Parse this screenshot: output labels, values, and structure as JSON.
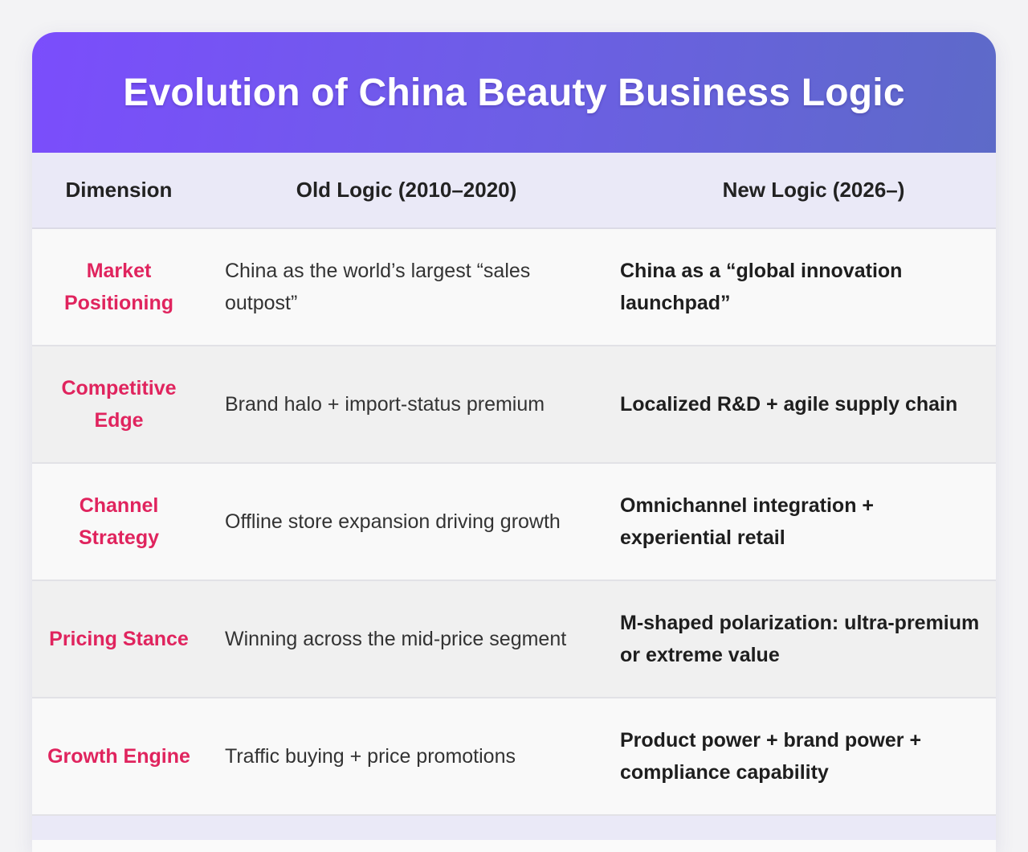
{
  "title": "Evolution of China Beauty Business Logic",
  "accent_color": "#e0245e",
  "header_gradient": [
    "#7b4dfc",
    "#5d6ac8"
  ],
  "columns": {
    "dimension": "Dimension",
    "old": "Old Logic (2010–2020)",
    "new": "New Logic (2026–)"
  },
  "rows": [
    {
      "dimension": "Market Positioning",
      "old": "China as the world’s largest “sales outpost”",
      "new": "China as a “global innovation launchpad”"
    },
    {
      "dimension": "Competitive Edge",
      "old": "Brand halo + import-status premium",
      "new": "Localized R&D + agile supply chain"
    },
    {
      "dimension": "Channel Strategy",
      "old": "Offline store expansion driving growth",
      "new": "Omnichannel integration + experiential retail"
    },
    {
      "dimension": "Pricing Stance",
      "old": "Winning across the mid-price segment",
      "new": "M-shaped polarization: ultra-premium or extreme value"
    },
    {
      "dimension": "Growth Engine",
      "old": "Traffic buying + price promotions",
      "new": "Product power + brand power + compliance capability"
    }
  ]
}
